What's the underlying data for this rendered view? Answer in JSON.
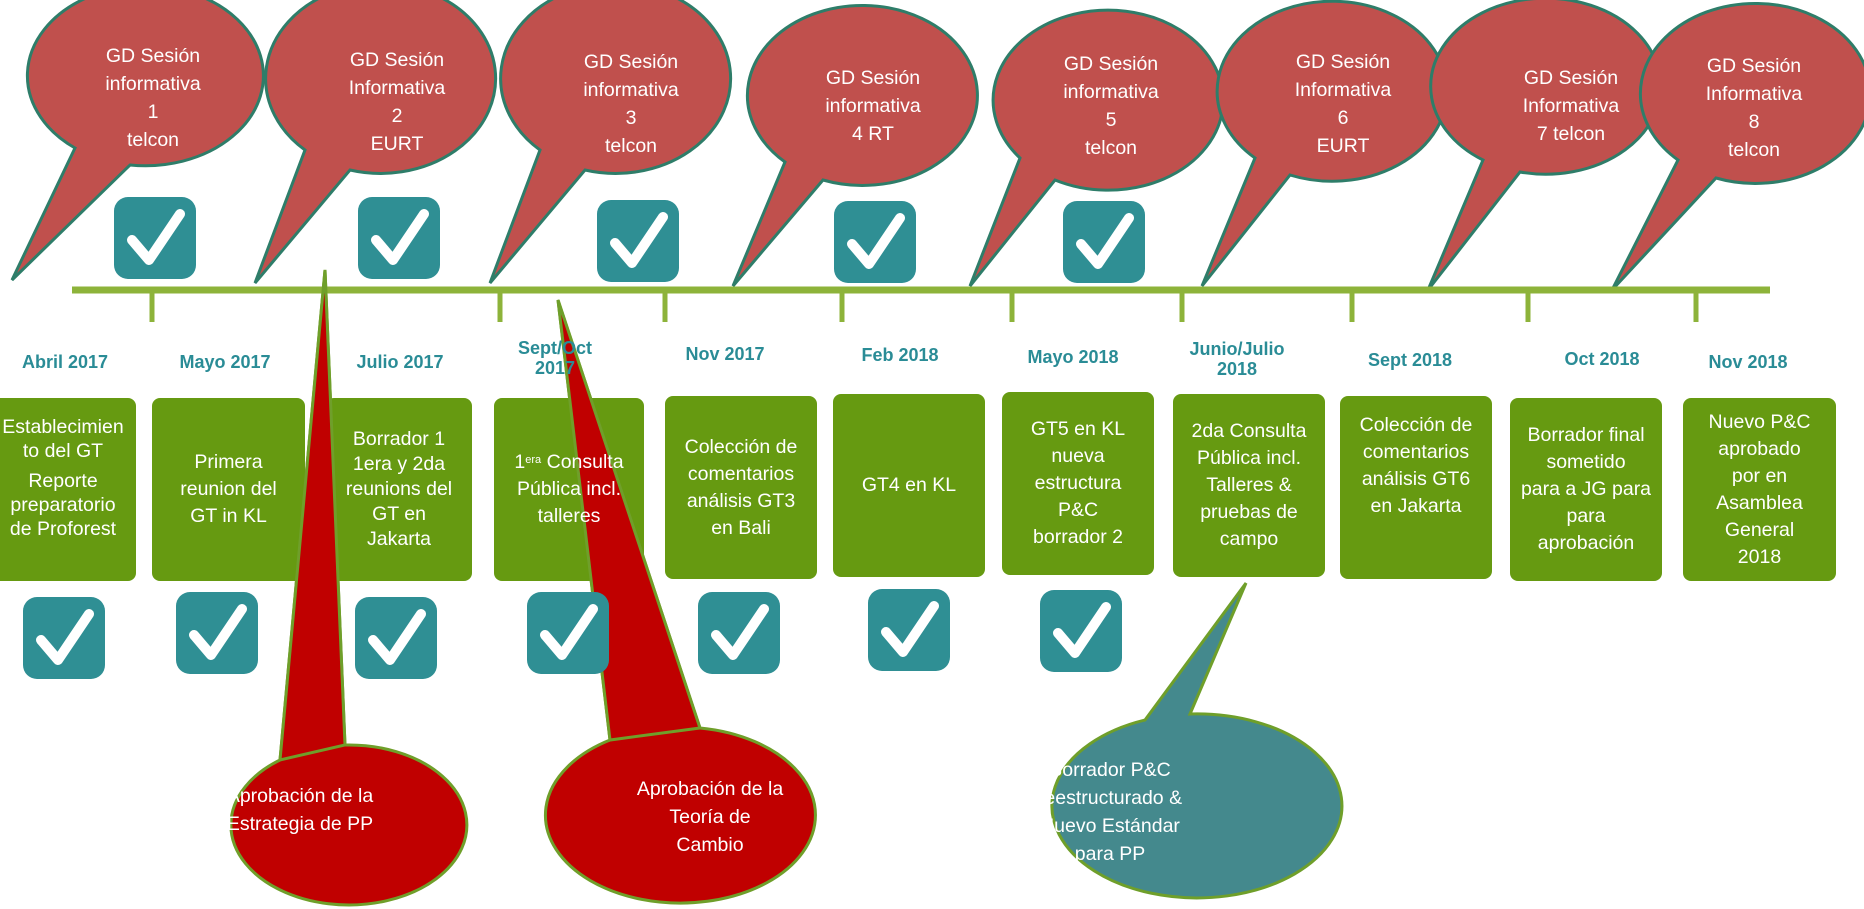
{
  "colors": {
    "bubble_red": "#c0504d",
    "bubble_red_border": "#2e7d69",
    "timeline_green": "#8db33a",
    "box_green": "#669a11",
    "check_teal": "#2f8f94",
    "date_teal": "#2a8c96",
    "approval_red": "#c00000",
    "draft_teal": "#44898d"
  },
  "bubbles": [
    {
      "label": "GD Sesión informativa 1 telcon",
      "lines": [
        "GD Sesión",
        "informativa",
        "1",
        "telcon"
      ],
      "completed": true
    },
    {
      "label": "GD Sesión Informativa 2 EURT",
      "lines": [
        "GD Sesión",
        "Informativa",
        "2",
        "EURT"
      ],
      "completed": true
    },
    {
      "label": "GD Sesión informativa 3 telcon",
      "lines": [
        "GD Sesión",
        "informativa",
        "3",
        "telcon"
      ],
      "completed": true
    },
    {
      "label": "GD Sesión informativa 4 RT",
      "lines": [
        "GD Sesión",
        "informativa",
        "4 RT"
      ],
      "completed": true
    },
    {
      "label": "GD Sesión informativa 5 telcon",
      "lines": [
        "GD Sesión",
        "informativa",
        "5",
        "telcon"
      ],
      "completed": true
    },
    {
      "label": "GD Sesión Informativa 6 EURT",
      "lines": [
        "GD Sesión",
        "Informativa",
        "6",
        "EURT"
      ],
      "completed": false
    },
    {
      "label": "GD Sesión Informativa 7 telcon",
      "lines": [
        "GD Sesión",
        "Informativa",
        "7 telcon"
      ],
      "completed": false
    },
    {
      "label": "GD Sesión Informativa 8 telcon",
      "lines": [
        "GD Sesión",
        "Informativa",
        "8",
        "telcon"
      ],
      "completed": false
    }
  ],
  "milestones": [
    {
      "date": "Abril 2017",
      "lines": [
        "Establecimien",
        "to del GT",
        "Reporte",
        "preparatorio",
        "de Proforest"
      ],
      "completed": true
    },
    {
      "date": "Mayo 2017",
      "lines": [
        "Primera",
        "reunion del",
        "GT in KL"
      ],
      "completed": true
    },
    {
      "date": "Julio 2017",
      "lines": [
        "Borrador 1",
        "1era y 2da",
        "reunions del",
        "GT en",
        "Jakarta"
      ],
      "completed": true
    },
    {
      "date": "Sept/Oct 2017",
      "date_lines": [
        "Sept/Oct",
        "2017"
      ],
      "lines": [
        "Consulta",
        "Pública incl.",
        "talleres"
      ],
      "ordinal": "1",
      "ordinal_sup": "era",
      "completed": true
    },
    {
      "date": "Nov 2017",
      "lines": [
        "Colección de",
        "comentarios",
        "análisis GT3",
        "en Bali"
      ],
      "completed": true
    },
    {
      "date": "Feb 2018",
      "lines": [
        "GT4 en KL"
      ],
      "completed": true
    },
    {
      "date": "Mayo 2018",
      "lines": [
        "GT5 en KL",
        "nueva",
        "estructura",
        "P&C",
        "borrador 2"
      ],
      "completed": true
    },
    {
      "date": "Junio/Julio 2018",
      "date_lines": [
        "Junio/Julio",
        "2018"
      ],
      "lines": [
        "2da Consulta",
        "Pública incl.",
        "Talleres &",
        "pruebas de",
        "campo"
      ],
      "completed": false
    },
    {
      "date": "Sept 2018",
      "lines": [
        "Colección de",
        "comentarios",
        "análisis  GT6",
        "en Jakarta"
      ],
      "completed": false
    },
    {
      "date": "Oct 2018",
      "lines": [
        "Borrador final",
        "sometido",
        "para a JG para",
        "para",
        "aprobación"
      ],
      "completed": false
    },
    {
      "date": "Nov 2018",
      "lines": [
        "Nuevo P&C",
        "aprobado",
        "por en",
        "Asamblea",
        "General",
        "2018"
      ],
      "completed": false
    }
  ],
  "bottom_callouts": [
    {
      "lines": [
        "Aprobación de la",
        "Estrategia de PP"
      ],
      "color": "#c00000"
    },
    {
      "lines": [
        "Aprobación de la",
        "Teoría de",
        "Cambio"
      ],
      "color": "#c00000"
    },
    {
      "lines": [
        "Borrador P&C",
        "reestructurado &",
        "Nuevo Estándar",
        "para PP"
      ],
      "color": "#44898d"
    }
  ]
}
